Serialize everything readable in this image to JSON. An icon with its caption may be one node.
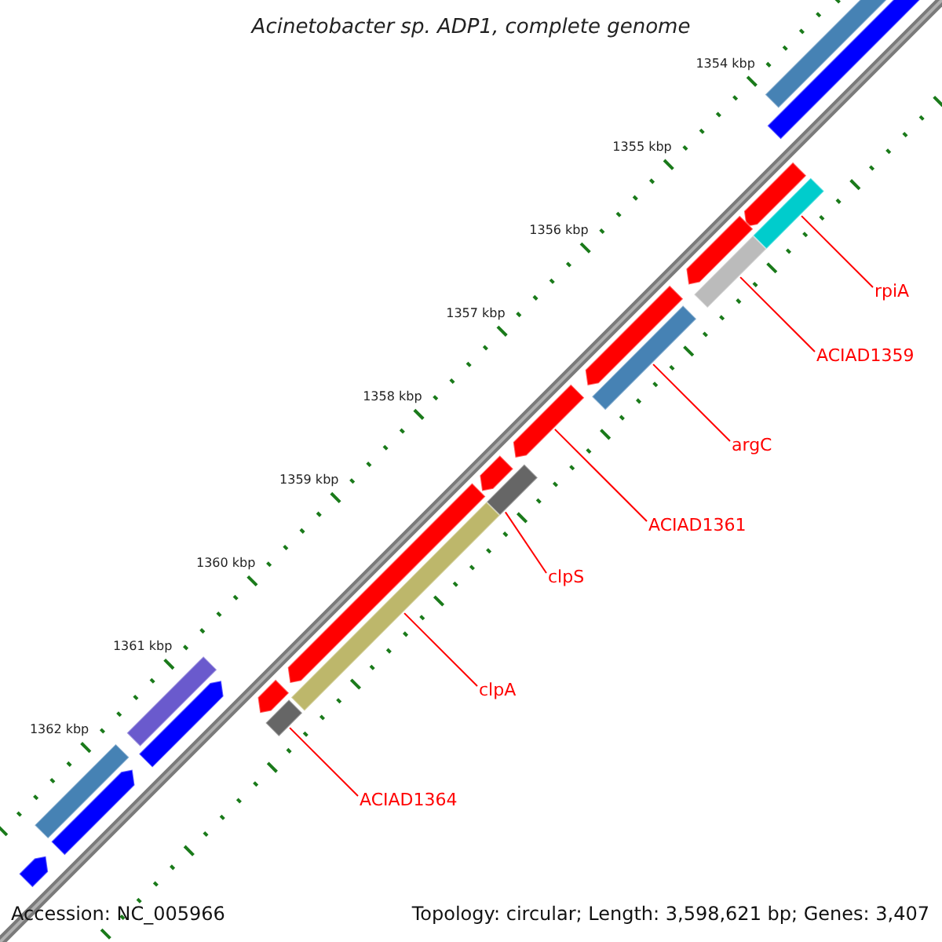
{
  "diagram": {
    "title": "Acinetobacter sp. ADP1, complete genome",
    "nodes": [
      {
        "text": [
          "rpiA"
        ]
      },
      {
        "text": [
          "ACIAD1359"
        ]
      },
      {
        "text": [
          "argC"
        ]
      },
      {
        "text": [
          "ACIAD1361"
        ]
      },
      {
        "text": [
          "clpS"
        ]
      },
      {
        "text": [
          "clpA"
        ]
      },
      {
        "text": [
          "ACIAD1364"
        ]
      },
      {
        "text": [],
        "shape": "bar"
      },
      {
        "text": [],
        "shape": "bar"
      },
      {
        "text": [],
        "shape": "bar"
      },
      {
        "text": [],
        "shape": "bar"
      },
      {
        "text": [],
        "shape": "bar"
      },
      {
        "text": [],
        "shape": "bar"
      },
      {
        "text": [],
        "shape": "bar"
      },
      {
        "text": [],
        "shape": "bar"
      },
      {
        "text": [],
        "shape": "bar"
      },
      {
        "text": [],
        "shape": "bar"
      },
      {
        "text": [],
        "shape": "bar"
      },
      {
        "text": [],
        "shape": "bar"
      },
      {
        "text": [],
        "shape": "bar"
      },
      {
        "text": [],
        "shape": "bar"
      },
      {
        "text": [],
        "shape": "bar"
      },
      {
        "text": [],
        "shape": "bar"
      },
      {
        "text": [],
        "shape": "bar"
      },
      {
        "text": [],
        "shape": "bar"
      },
      {
        "text": [],
        "shape": "bar"
      },
      {
        "text": [],
        "shape": "bar"
      }
    ],
    "edges": [
      {
        "from": 0,
        "to": 10,
        "arrow": "none"
      },
      {
        "from": 1,
        "to": 12,
        "arrow": "none"
      },
      {
        "from": 2,
        "to": 14,
        "arrow": "none"
      },
      {
        "from": 3,
        "to": 15,
        "arrow": "none"
      },
      {
        "from": 4,
        "to": 16,
        "arrow": "none"
      },
      {
        "from": 5,
        "to": 18,
        "arrow": "none"
      },
      {
        "from": 6,
        "to": 21,
        "arrow": "none"
      }
    ],
    "labels": [
      "1354 kbp",
      "1355 kbp",
      "1356 kbp",
      "1357 kbp",
      "1358 kbp",
      "1359 kbp",
      "1360 kbp",
      "1361 kbp",
      "1362 kbp",
      "Accession: NC_005966",
      "Topology: circular; Length: 3,598,621 bp; Genes: 3,407"
    ]
  }
}
